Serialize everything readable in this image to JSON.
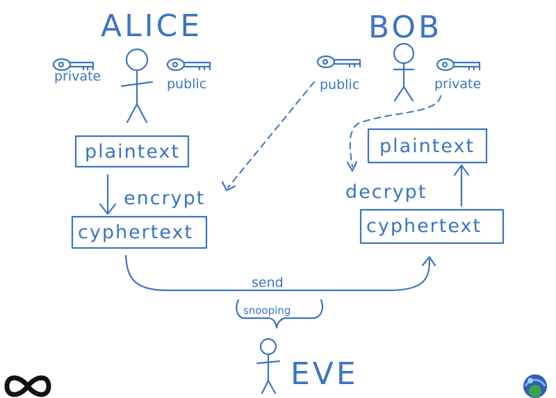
{
  "participants": {
    "alice": "ALICE",
    "bob": "BOB",
    "eve": "EVE"
  },
  "keys": {
    "alice_private": "private",
    "alice_public": "public",
    "bob_public": "public",
    "bob_private": "private"
  },
  "alice_flow": {
    "plaintext": "plaintext",
    "operation": "encrypt",
    "ciphertext": "cyphertext"
  },
  "bob_flow": {
    "plaintext": "plaintext",
    "operation": "decrypt",
    "ciphertext": "cyphertext"
  },
  "channel": {
    "send": "send",
    "snooping": "snooping"
  },
  "colors": {
    "ink": "#3a74c4",
    "background": "#ffffff"
  },
  "icons": [
    "key-icon",
    "stick-figure-icon",
    "infinity-logo-icon",
    "globe-logo-icon"
  ]
}
